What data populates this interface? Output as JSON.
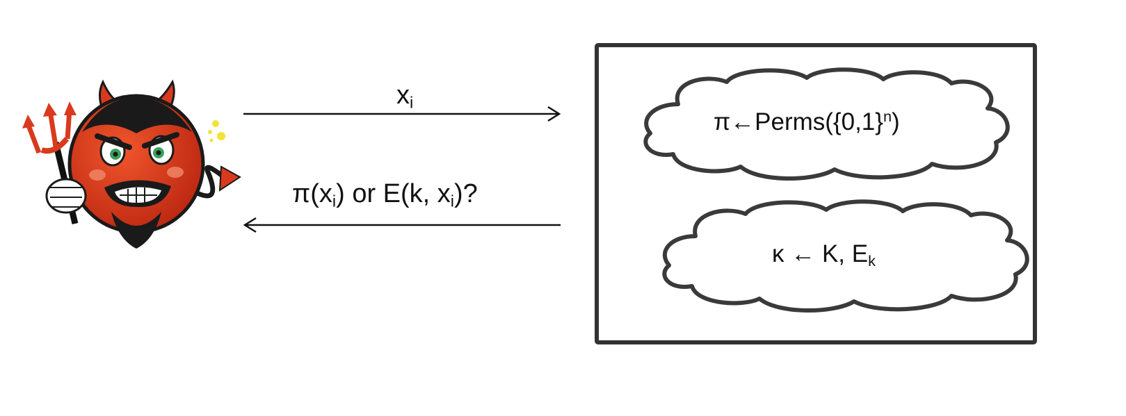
{
  "colors": {
    "stroke": "#111111",
    "devil_red": "#d93a1e",
    "devil_dark": "#1a1a1a",
    "eye_green": "#3aa05a",
    "glove": "#ffffff",
    "spark": "#f2e23a",
    "cloud_outline": "#3a3a3a"
  },
  "icons": {
    "adversary": "devil-icon",
    "trident": "trident-icon"
  },
  "arrow_query": {
    "base": "x",
    "sub": "i"
  },
  "arrow_response": {
    "part1": "π(x",
    "sub1": "i",
    "part2": ") or E(k, x",
    "sub2": "i",
    "part3": ")?"
  },
  "cloud_random_perm": {
    "main": "π←Perms({0,1}",
    "sup": "n",
    "close": ")"
  },
  "cloud_cipher": {
    "main": "κ ← K, E",
    "sub": "k"
  }
}
